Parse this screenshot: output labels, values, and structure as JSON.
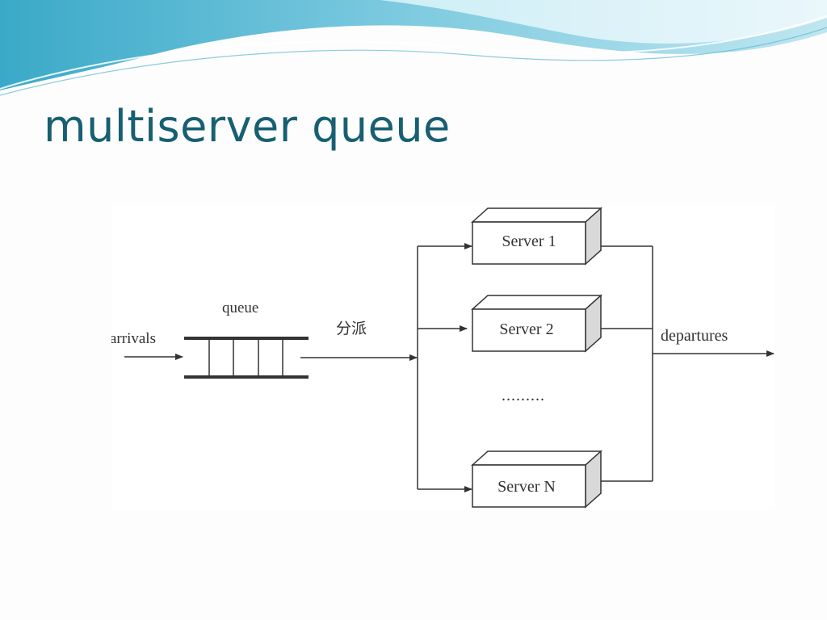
{
  "slide": {
    "title": "multiserver queue"
  },
  "diagram": {
    "queue_label": "queue",
    "arrivals_label": "arrivals",
    "dispatch_label": "分派",
    "departures_label": "departures",
    "ellipsis": ".........",
    "servers": [
      {
        "label": "Server 1"
      },
      {
        "label": "Server 2"
      },
      {
        "label": "Server N"
      }
    ]
  },
  "colors": {
    "title": "#175f72",
    "wave_dark": "#4fb3cf",
    "wave_light": "#a9dcea",
    "diagram_stroke": "#333333",
    "box_side": "#d9d9d9"
  }
}
